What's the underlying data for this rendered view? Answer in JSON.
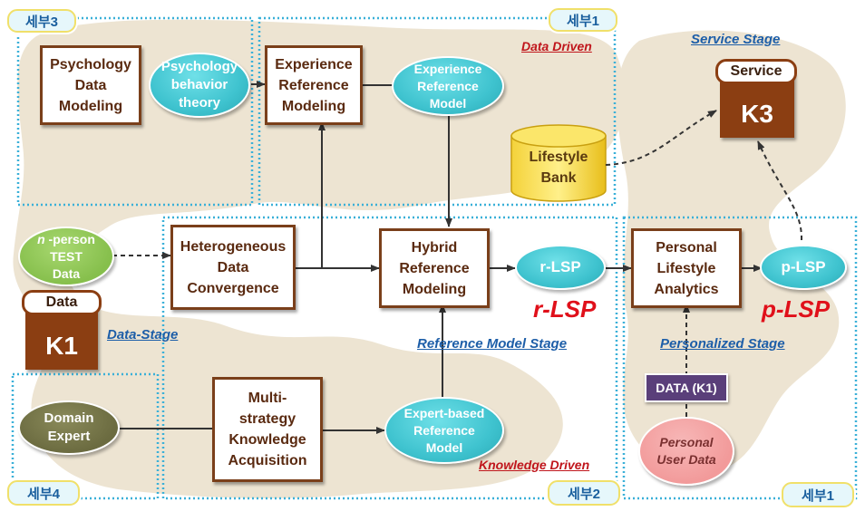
{
  "tags": {
    "sub3": "세부3",
    "sub1_top": "세부1",
    "sub4": "세부4",
    "sub2": "세부2",
    "sub1_bottom": "세부1"
  },
  "boxes": {
    "psych_modeling": "Psychology\nData\nModeling",
    "exp_modeling": "Experience\nReference\nModeling",
    "hetero": "Heterogeneous\nData\nConvergence",
    "hybrid": "Hybrid\nReference\nModeling",
    "personal": "Personal\nLifestyle\nAnalytics",
    "multi": "Multi-\nstrategy\nKnowledge\nAcquisition"
  },
  "ellipses": {
    "psych_theory": "Psychology\nbehavior\ntheory",
    "exp_model": "Experience\nReference\nModel",
    "nperson_prefix": "n",
    "nperson_rest": " -person\nTEST\nData",
    "r_lsp": "r-LSP",
    "p_lsp": "p-LSP",
    "domain": "Domain\nExpert",
    "expert_model": "Expert-based\nReference\nModel",
    "personal_user": "Personal\nUser Data"
  },
  "lifestyle_bank": "Lifestyle\nBank",
  "service": {
    "cap": "Service",
    "code": "K3"
  },
  "data_store": {
    "cap": "Data",
    "code": "K1"
  },
  "data_k1_badge": "DATA (K1)",
  "stage_labels": {
    "service": "Service Stage",
    "data": "Data-Stage",
    "reference": "Reference Model Stage",
    "personalized": "Personalized Stage"
  },
  "driven_labels": {
    "data": "Data Driven",
    "knowledge": "Knowledge Driven"
  },
  "big_labels": {
    "r_lsp": "r-LSP",
    "p_lsp": "p-LSP"
  },
  "colors": {
    "box_border": "#7a3f1a",
    "teal": "#3fc3cf",
    "blob": "#ede4d2",
    "dotted": "#3ab0d8",
    "red": "#e0101a",
    "stage_blue": "#1d5ea8"
  }
}
